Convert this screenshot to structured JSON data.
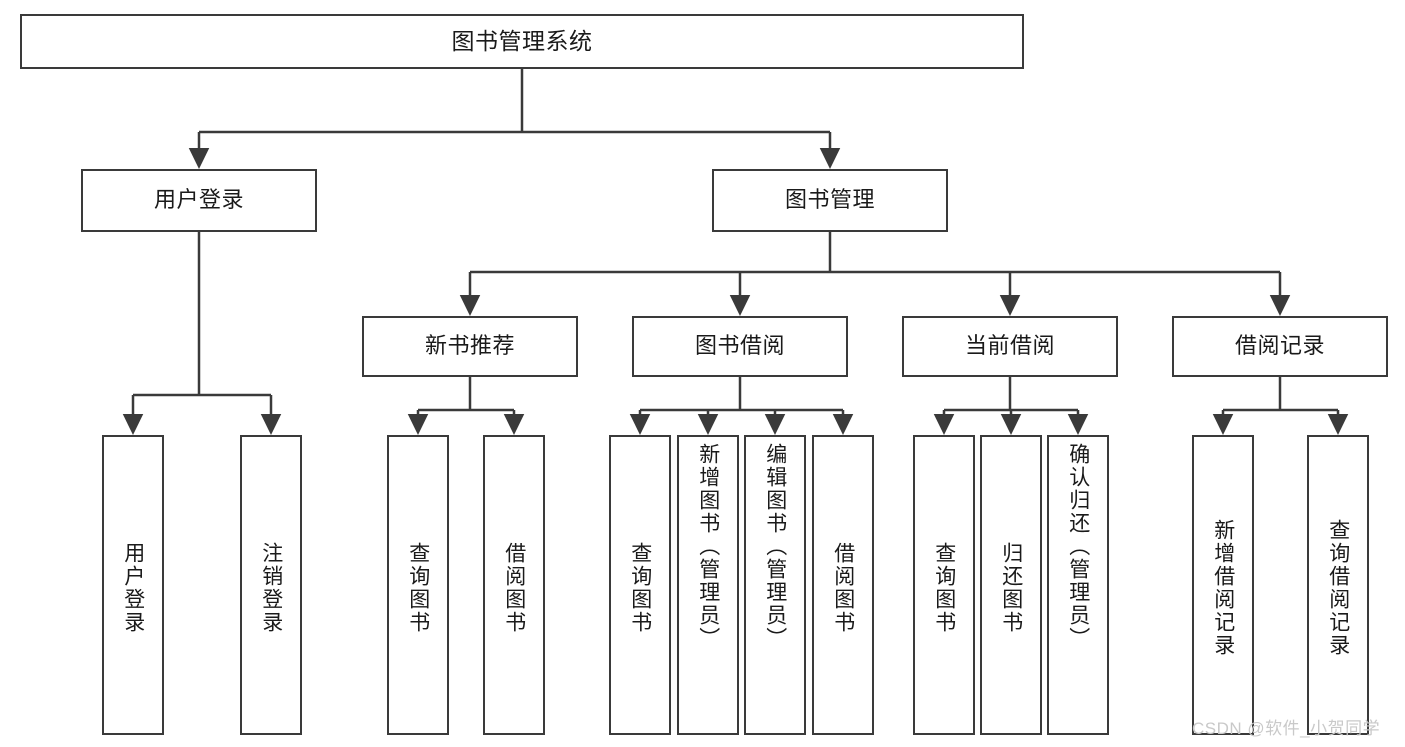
{
  "diagram": {
    "title": "图书管理系统",
    "watermark": "CSDN @软件_小贺同学",
    "colors": {
      "stroke": "#3a3a3a",
      "fill": "#ffffff",
      "text": "#1a1a1a",
      "watermark": "#c9c9c9"
    },
    "root": {
      "label": "图书管理系统"
    },
    "level2": [
      {
        "label": "用户登录"
      },
      {
        "label": "图书管理"
      }
    ],
    "level3": [
      {
        "label": "新书推荐"
      },
      {
        "label": "图书借阅"
      },
      {
        "label": "当前借阅"
      },
      {
        "label": "借阅记录"
      }
    ],
    "leaves": {
      "user_login": [
        {
          "label": "用户登录"
        },
        {
          "label": "注销登录"
        }
      ],
      "new_book_recommend": [
        {
          "label": "查询图书"
        },
        {
          "label": "借阅图书"
        }
      ],
      "book_borrow": [
        {
          "label": "查询图书"
        },
        {
          "label": "新增图书（管理员）"
        },
        {
          "label": "编辑图书（管理员）"
        },
        {
          "label": "借阅图书"
        }
      ],
      "current_borrow": [
        {
          "label": "查询图书"
        },
        {
          "label": "归还图书"
        },
        {
          "label": "确认归还（管理员）"
        }
      ],
      "borrow_record": [
        {
          "label": "新增借阅记录"
        },
        {
          "label": "查询借阅记录"
        }
      ]
    }
  }
}
